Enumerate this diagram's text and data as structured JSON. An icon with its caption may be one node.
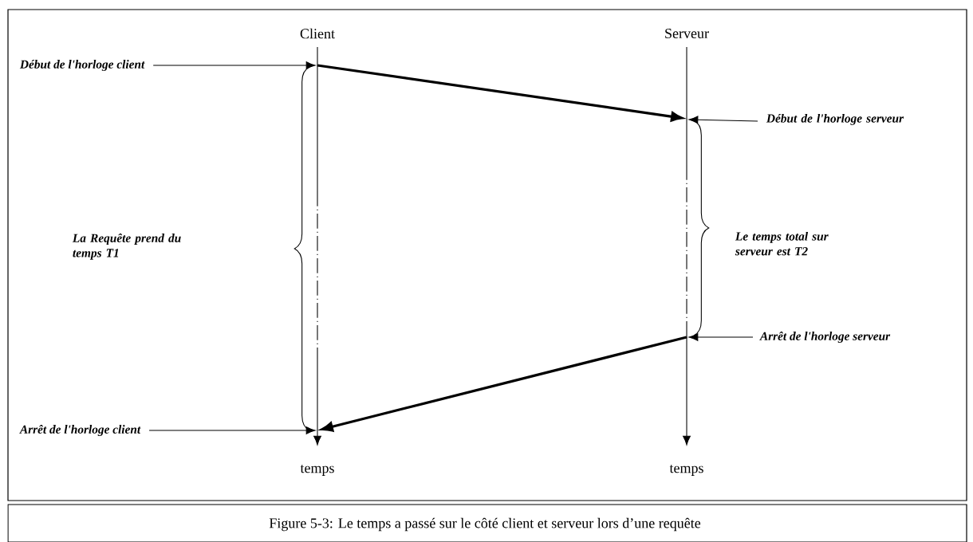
{
  "diagram": {
    "caption": "Figure 5-3: Le temps a passé sur le côté client et serveur lors d’une requête",
    "nodes": [
      {
        "text": [],
        "shape": "line",
        "beside": [
          "Client",
          "temps"
        ]
      },
      {
        "text": [],
        "shape": "line",
        "beside": [
          "Serveur",
          "temps"
        ]
      },
      {
        "text": [
          "Début de l'horloge client"
        ]
      },
      {
        "text": [
          "Début de l'horloge serveur"
        ]
      },
      {
        "text": [
          "Arrêt de l'horloge serveur"
        ]
      },
      {
        "text": [
          "Arrêt de l'horloge client"
        ]
      }
    ],
    "edges": [
      {
        "from": 0,
        "to": 1,
        "arrow": "to",
        "style": "thick"
      },
      {
        "from": 1,
        "to": 0,
        "arrow": "to",
        "style": "thick"
      },
      {
        "from": 2,
        "to": 0,
        "arrow": "to"
      },
      {
        "from": 3,
        "to": 1,
        "arrow": "to"
      },
      {
        "from": 4,
        "to": 1,
        "arrow": "to"
      },
      {
        "from": 5,
        "to": 0,
        "arrow": "to"
      }
    ],
    "labels": [
      "La Requête prend du temps T1",
      "Le temps total sur serveur est T2"
    ]
  }
}
